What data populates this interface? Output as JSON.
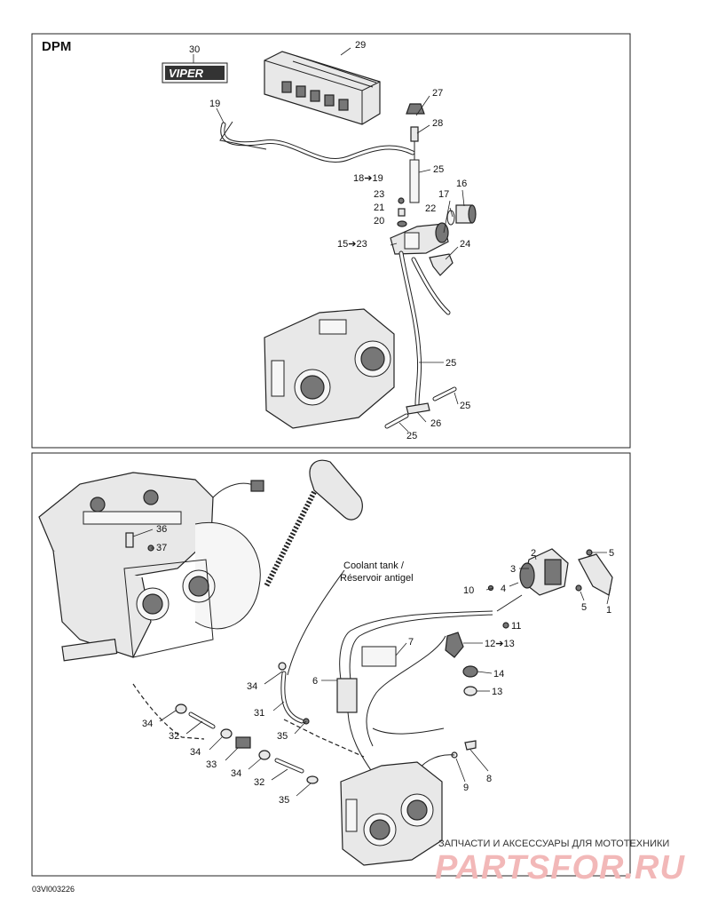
{
  "panel_title": "DPM",
  "figure_code": "03Vl003226",
  "note": {
    "line1": "Coolant tank /",
    "line2": "Réservoir antigel"
  },
  "decal_text": "VIPER",
  "watermark": {
    "top": "ЗАПЧАСТИ И АКСЕССУАРЫ ДЛЯ МОТОТЕХНИКИ",
    "main": "PARTSFOR.RU"
  },
  "callouts_top": {
    "c30": "30",
    "c29": "29",
    "c19": "19",
    "c27": "27",
    "c28": "28",
    "c18_19": "18➔19",
    "c25a": "25",
    "c16": "16",
    "c23": "23",
    "c21": "21",
    "c22": "22",
    "c17": "17",
    "c20": "20",
    "c15_23": "15➔23",
    "c24": "24",
    "c25b": "25",
    "c25c": "25",
    "c26": "26",
    "c25d": "25"
  },
  "callouts_bottom": {
    "c36": "36",
    "c37": "37",
    "c2": "2",
    "c5a": "5",
    "c3": "3",
    "c10": "10",
    "c4": "4",
    "c5b": "5",
    "c1": "1",
    "c11": "11",
    "c7": "7",
    "c12_13": "12➔13",
    "c6": "6",
    "c14": "14",
    "c34a": "34",
    "c13": "13",
    "c34b": "34",
    "c31": "31",
    "c32a": "32",
    "c35a": "35",
    "c34c": "34",
    "c33": "33",
    "c34d": "34",
    "c32b": "32",
    "c9": "9",
    "c8": "8",
    "c35b": "35"
  }
}
